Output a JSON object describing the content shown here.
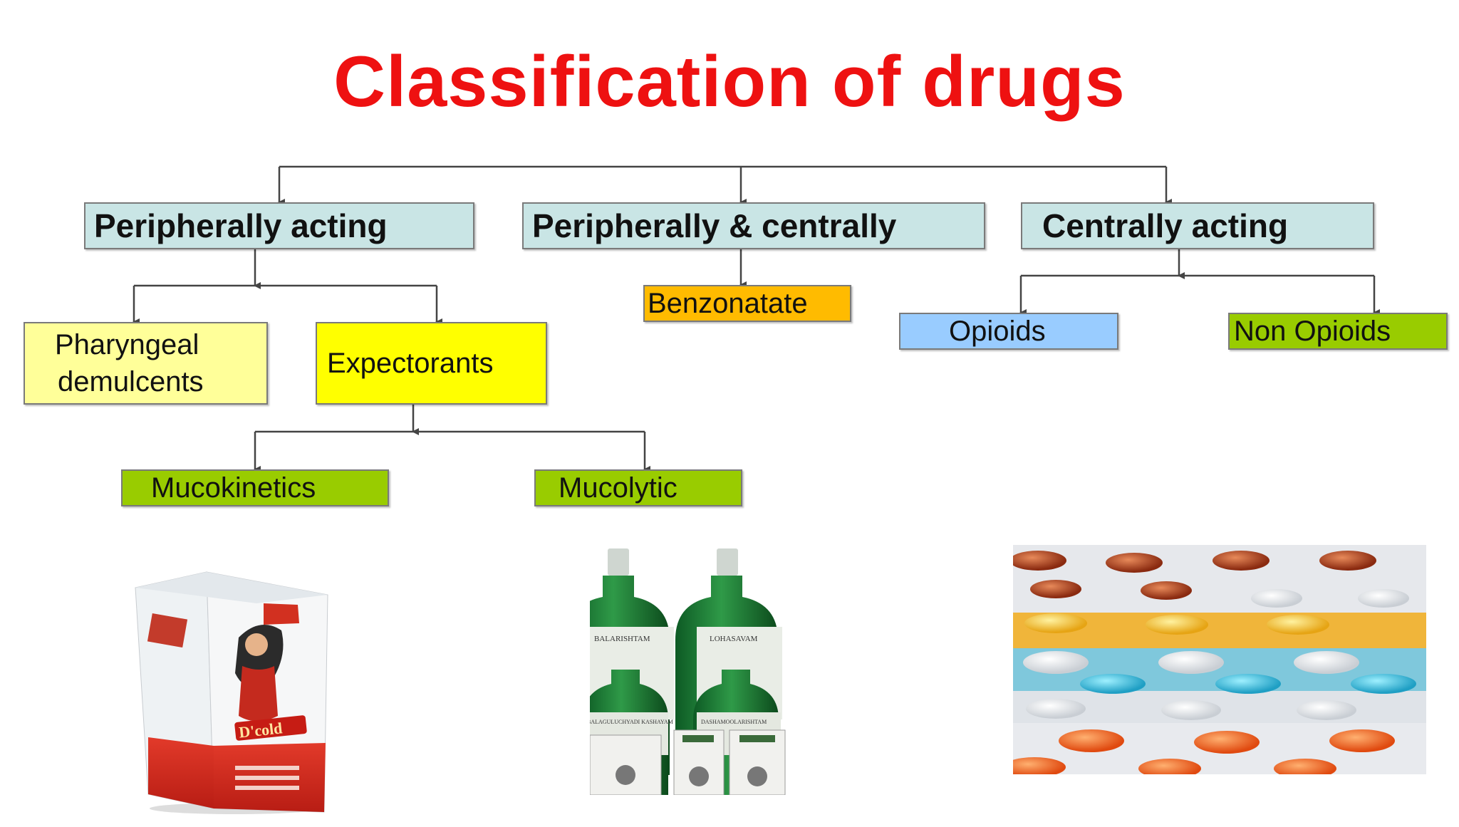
{
  "title": "Classification of drugs",
  "categories": [
    {
      "label": "Peripherally acting"
    },
    {
      "label": "Peripherally & centrally"
    },
    {
      "label": "Centrally acting"
    }
  ],
  "nodes": {
    "pharyngeal": {
      "label_line1": "Pharyngeal",
      "label_line2": "demulcents"
    },
    "expectorants": {
      "label": "Expectorants"
    },
    "benzonatate": {
      "label": "Benzonatate"
    },
    "opioids": {
      "label": "Opioids"
    },
    "non_opioids": {
      "label": "Non Opioids"
    },
    "mucokinetics": {
      "label": "Mucokinetics"
    },
    "mucolytic": {
      "label": "Mucolytic"
    }
  },
  "photos": {
    "syrup_box_brand": "D'cold",
    "bottle_1_label": "BALARISHTAM",
    "bottle_2_label": "LOHASAVAM",
    "bottle_3_label": "BALAGULUCHYADI KASHAYAM",
    "bottle_4_label": "DASHAMOOLARISHTAM"
  },
  "colors": {
    "title": "#ee1111",
    "category_fill": "#c9e5e5",
    "pale_yellow": "#ffff99",
    "yellow": "#ffff00",
    "orange": "#ffbb00",
    "light_blue": "#99ccff",
    "green": "#99cc00",
    "connector": "#444444"
  }
}
